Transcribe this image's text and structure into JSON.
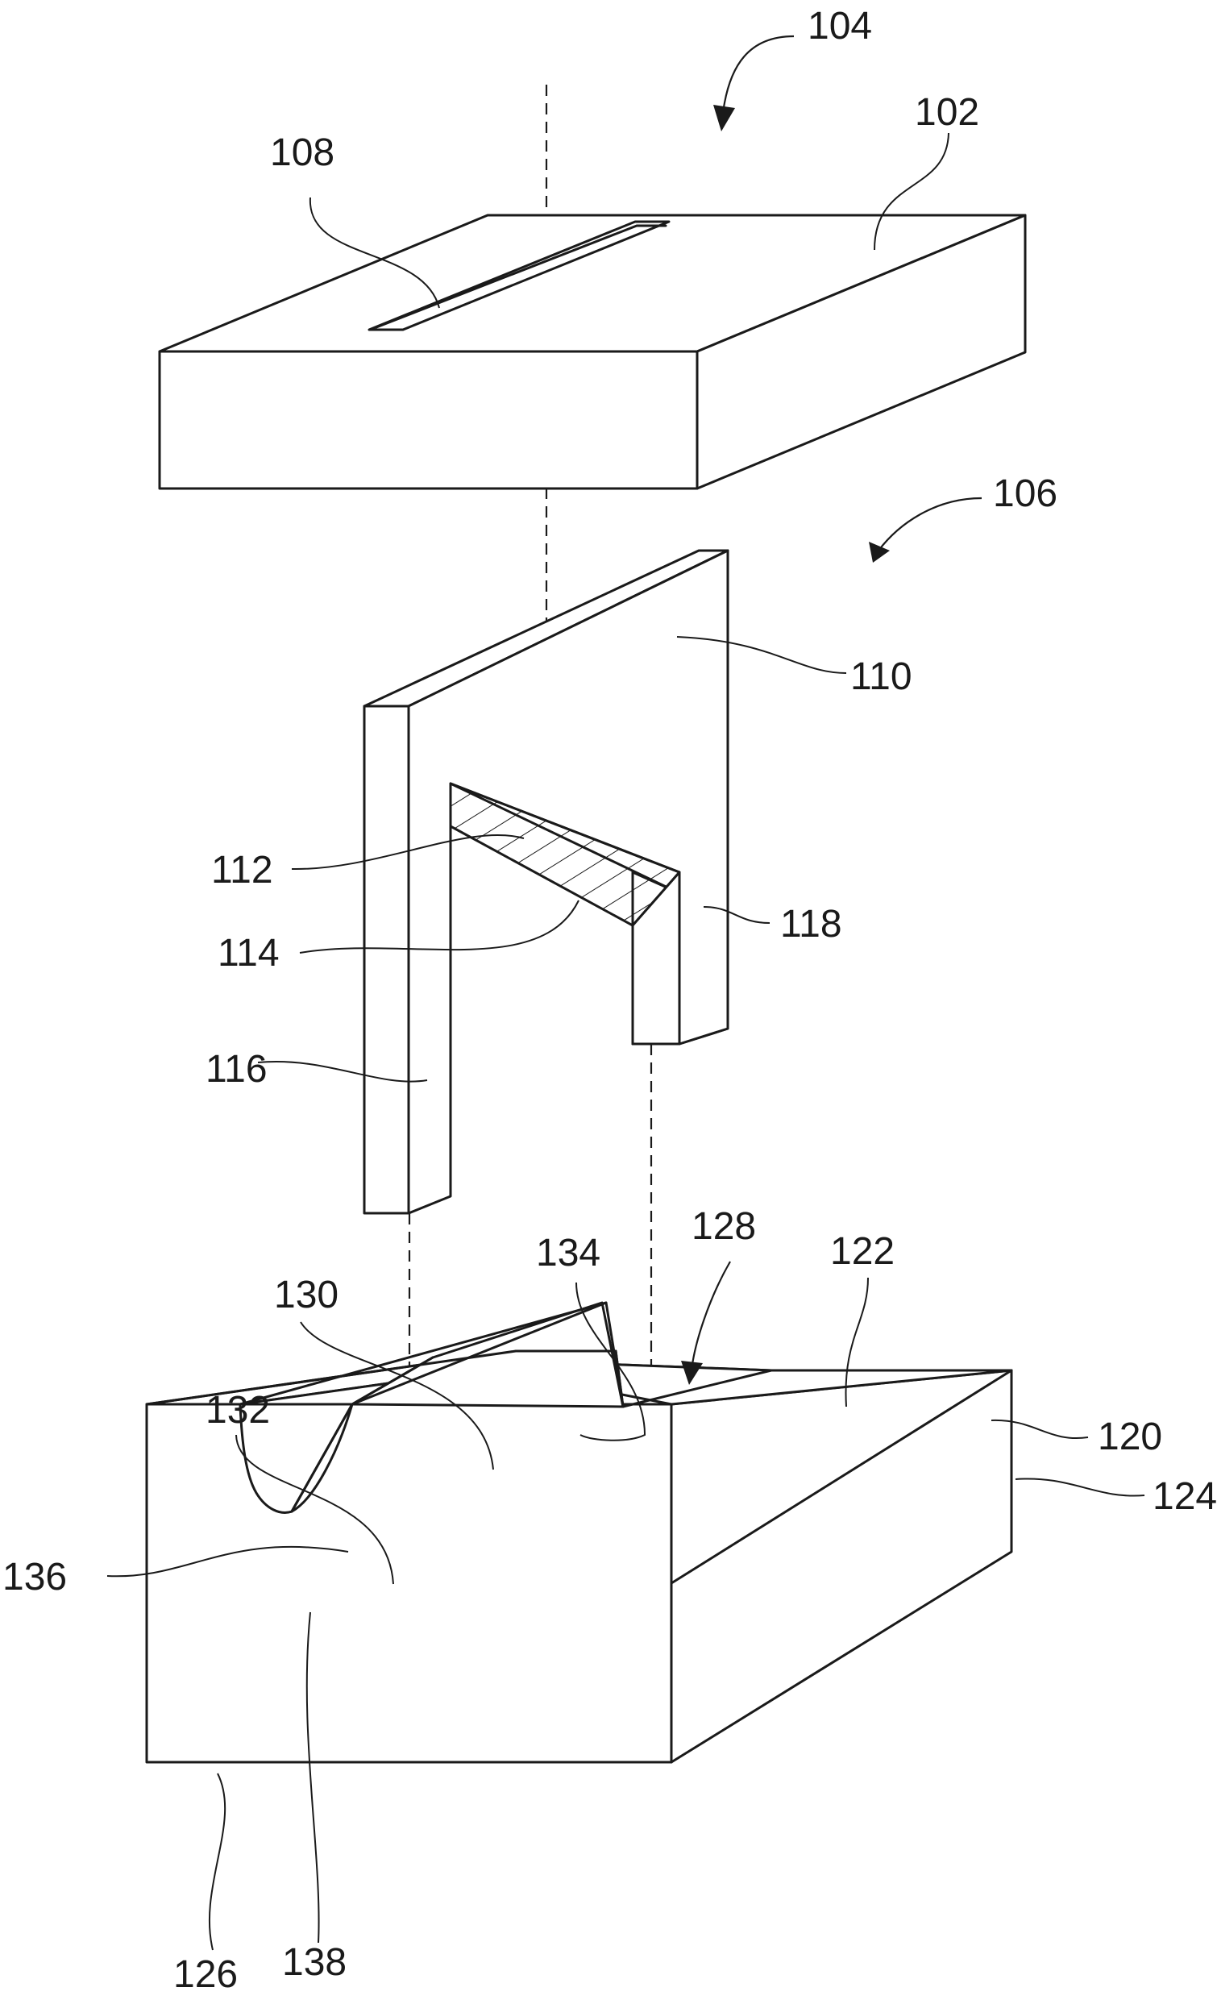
{
  "reference_numerals": {
    "n104": "104",
    "n102": "102",
    "n108": "108",
    "n106": "106",
    "n110": "110",
    "n112": "112",
    "n118": "118",
    "n114": "114",
    "n116": "116",
    "n128": "128",
    "n134": "134",
    "n122": "122",
    "n130": "130",
    "n120": "120",
    "n132": "132",
    "n124": "124",
    "n136": "136",
    "n126": "126",
    "n138": "138"
  },
  "style": {
    "line_color": "#1a1a1a",
    "background": "#ffffff"
  }
}
